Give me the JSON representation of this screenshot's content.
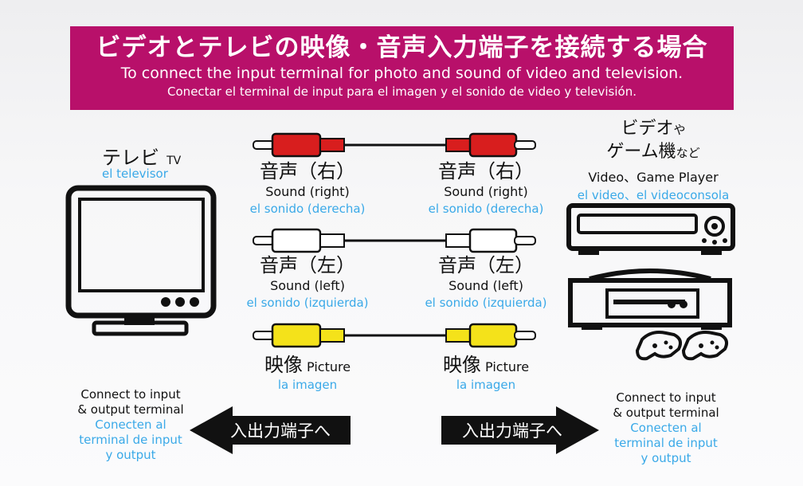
{
  "header": {
    "title_jp": "ビデオとテレビの映像・音声入力端子を接続する場合",
    "title_en": "To connect the input terminal for photo and sound of video and television.",
    "title_es": "Conectar el terminal de input para el imagen y el sonido de video y televisión."
  },
  "tv": {
    "label_jp": "テレビ",
    "label_en": "TV",
    "label_es": "el televisor"
  },
  "device": {
    "label_jp_1": "ビデオ",
    "label_jp_small": "や",
    "label_jp_2": "ゲーム機",
    "label_jp_small2": "など",
    "label_en": "Video、Game Player",
    "label_es": "el video、el videoconsola"
  },
  "cables": [
    {
      "jp": "音声（右）",
      "en": "Sound (right)",
      "es": "el sonido (derecha)",
      "color": "#d81e1e"
    },
    {
      "jp": "音声（左）",
      "en": "Sound (left)",
      "es": "el sonido (izquierda)",
      "color": "#ffffff"
    },
    {
      "jp": "映像",
      "en": "Picture",
      "es": "la imagen",
      "color": "#f4e21a"
    }
  ],
  "connect": {
    "en_1": "Connect to input",
    "en_2": "& output terminal",
    "es_1": "Conecten al",
    "es_2": "terminal de input",
    "es_3": "y output",
    "arrow_jp": "入出力端子へ"
  },
  "colors": {
    "header_bg": "#b8106a",
    "spanish_text": "#3aa9e8"
  }
}
